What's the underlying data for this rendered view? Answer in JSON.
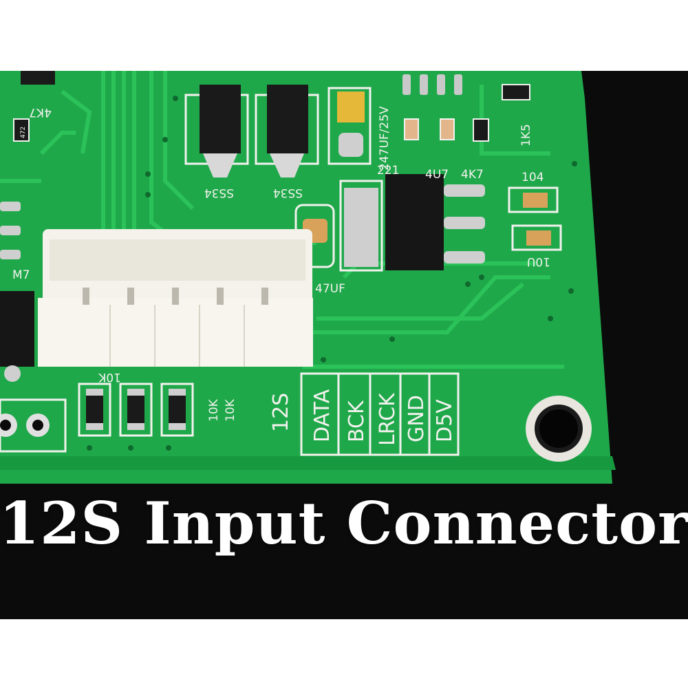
{
  "caption": "12S Input Connector",
  "board_labels": {
    "pin_data": "DATA",
    "pin_bck": "BCK",
    "pin_lrck": "LRCK",
    "pin_gnd": "GND",
    "pin_d5v": "D5V",
    "i2s": "12S",
    "r_10k_a": "10K",
    "r_10k_b": "10K",
    "r_10k_c": "10K",
    "diode_a": "SS34",
    "diode_b": "SS34",
    "cap_247": "247UF/25V",
    "cap_47": "47UF",
    "r_4u7": "4U7",
    "r_4k7_right": "4K7",
    "r_4k7_left": "4K7",
    "r_221": "221",
    "c_104": "104",
    "c_10u": "10U",
    "r_1k5": "1K5",
    "r_472": "472",
    "m7": "M7"
  },
  "colors": {
    "pcb_green": "#1fa84a",
    "trace_green": "#2cc25a",
    "silkscreen": "#f2f2ee",
    "background": "#0b0b0b",
    "connector": "#f4f2ea"
  }
}
